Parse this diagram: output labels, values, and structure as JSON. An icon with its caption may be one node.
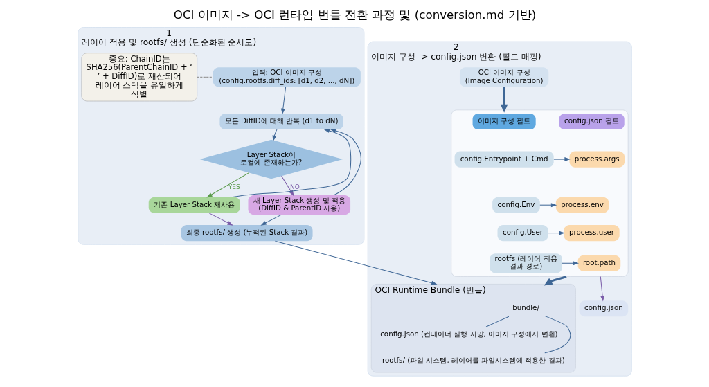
{
  "diagram": {
    "title": "OCI 이미지 -> OCI 런타임 번들 전환 과정 및 (conversion.md 기반)",
    "nodes": [
      {
        "text": [
          "1",
          "레이어 적용 및 rootfs/ 생성 (단순화된 순서도)"
        ]
      },
      {
        "text": [
          "입력: OCI 이미지 구성",
          "(config.rootfs.diff_ids: [d1, d2, ..., dN])"
        ],
        "in": 0
      },
      {
        "text": [
          "중요: ChainID는 SHA256(ParentChainID + ‘ ’ + DiffID)로 재산되어 레이어 스택을 유일하게 식별"
        ],
        "in": 0
      },
      {
        "text": [
          "모든 DiffID에 대해 반복 (d1 to dN)"
        ],
        "in": 0
      },
      {
        "text": [
          "Layer Stack이 로컬에 존재하는가?"
        ],
        "in": 0
      },
      {
        "text": [
          "기존 Layer Stack 재사용"
        ],
        "in": 0
      },
      {
        "text": [
          "새 Layer Stack 생성 및 적용 (DiffID & ParentID 사용)"
        ],
        "in": 0
      },
      {
        "text": [
          "최종 rootfs/ 생성 (누적된 Stack 결과)"
        ],
        "in": 0
      },
      {
        "text": [
          "2",
          "이미지 구성 -> config.json 변환 (필드 매핑)"
        ]
      },
      {
        "text": [
          "OCI 이미지 구성",
          "(Image Configuration)"
        ],
        "in": 8
      },
      {
        "text": [],
        "shape": "box",
        "in": 8
      },
      {
        "text": [
          "이미지 구성 필드"
        ],
        "in": 10
      },
      {
        "text": [
          "config.json 필드"
        ],
        "in": 10
      },
      {
        "text": [
          "config.Entrypoint + Cmd"
        ],
        "in": 10
      },
      {
        "text": [
          "process.args"
        ],
        "in": 10
      },
      {
        "text": [
          "config.Env"
        ],
        "in": 10
      },
      {
        "text": [
          "process.env"
        ],
        "in": 10
      },
      {
        "text": [
          "config.User"
        ],
        "in": 10
      },
      {
        "text": [
          "process.user"
        ],
        "in": 10
      },
      {
        "text": [
          "rootfs (레이어 적용 결과 경로)"
        ],
        "in": 10
      },
      {
        "text": [
          "root.path"
        ],
        "in": 10
      },
      {
        "text": [
          "config.json"
        ],
        "in": 8
      },
      {
        "text": [
          "OCI Runtime Bundle (번들)"
        ],
        "in": 8
      },
      {
        "text": [
          "bundle/"
        ],
        "in": 22
      },
      {
        "text": [
          "config.json (컨테이너 실행 사양, 이미지 구성에서 변환)"
        ],
        "in": 22
      },
      {
        "text": [
          "rootfs/ (파일 시스템, 레이어를 파일시스템에 적용한 결과)"
        ],
        "in": 22
      }
    ],
    "edges": [
      {
        "from": 2,
        "to": 1,
        "arrow": "none",
        "style": "dashed",
        "color": "#999999"
      },
      {
        "from": 1,
        "to": 3,
        "arrow": "to"
      },
      {
        "from": 3,
        "to": 4,
        "arrow": "to"
      },
      {
        "from": 4,
        "to": 5,
        "label": "YES",
        "arrow": "to",
        "color": "#5a9a4a"
      },
      {
        "from": 4,
        "to": 6,
        "label": "NO",
        "arrow": "to",
        "color": "#7a5ca8"
      },
      {
        "from": 5,
        "to": 7,
        "arrow": "to",
        "color": "#7a5ca8"
      },
      {
        "from": 6,
        "to": 7,
        "arrow": "to"
      },
      {
        "from": 5,
        "to": 3,
        "arrow": "to"
      },
      {
        "from": 6,
        "to": 3,
        "arrow": "to"
      },
      {
        "from": 7,
        "to": 22,
        "arrow": "to"
      },
      {
        "from": 9,
        "to": 10,
        "arrow": "to",
        "style": "thick"
      },
      {
        "from": 13,
        "to": 14,
        "arrow": "to"
      },
      {
        "from": 15,
        "to": 16,
        "arrow": "to"
      },
      {
        "from": 17,
        "to": 18,
        "arrow": "to"
      },
      {
        "from": 19,
        "to": 20,
        "arrow": "to"
      },
      {
        "from": 10,
        "to": 22,
        "arrow": "to",
        "style": "thick"
      },
      {
        "from": 10,
        "to": 21,
        "arrow": "to",
        "color": "#7a5ca8"
      },
      {
        "from": 23,
        "to": 24,
        "arrow": "none"
      },
      {
        "from": 23,
        "to": 25,
        "arrow": "none"
      }
    ]
  }
}
